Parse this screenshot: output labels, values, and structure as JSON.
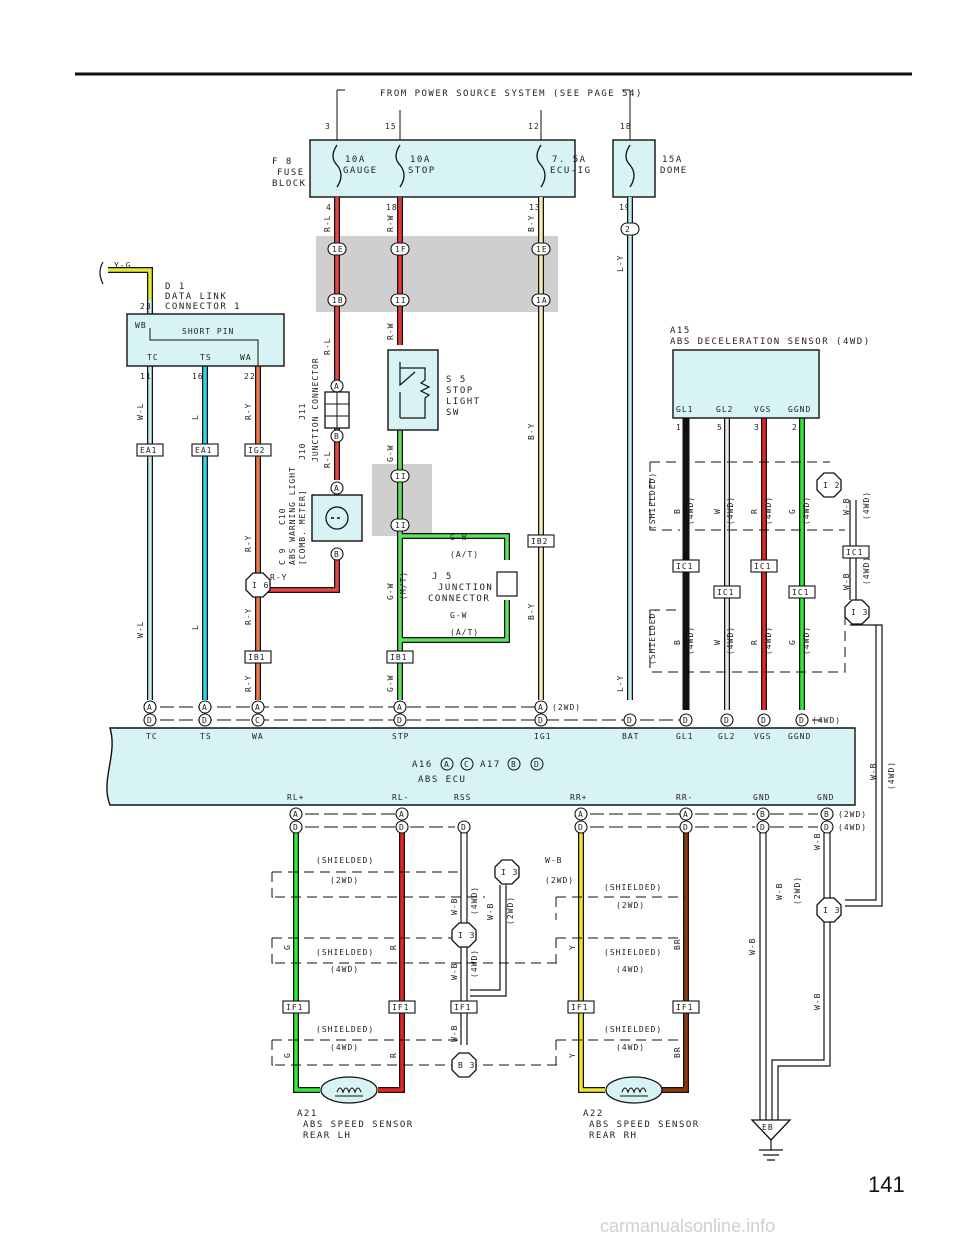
{
  "header": {
    "power_source": "FROM POWER SOURCE SYSTEM (SEE PAGE 54)"
  },
  "fuse_block": {
    "id": "F 8",
    "label_line1": "FUSE",
    "label_line2": "BLOCK",
    "fuses": [
      {
        "amp": "10A",
        "name": "GAUGE",
        "in_pin": "3",
        "out_pin": "4"
      },
      {
        "amp": "10A",
        "name": "STOP",
        "in_pin": "15",
        "out_pin": "18"
      },
      {
        "amp": "7. 5A",
        "name": "ECU-IG",
        "in_pin": "12",
        "out_pin": "13"
      },
      {
        "amp": "15A",
        "name": "DOME",
        "in_pin": "18",
        "out_pin": "19"
      }
    ]
  },
  "data_link": {
    "id": "D 1",
    "line1": "DATA LINK",
    "line2": "CONNECTOR 1",
    "pin": "23",
    "wb": "WB",
    "short_pin": "SHORT PIN",
    "terms": [
      "TC",
      "TS",
      "WA"
    ],
    "pins": [
      "11",
      "16",
      "22"
    ],
    "wire_yg": "Y-G"
  },
  "junction_j11": {
    "id": "J11",
    "line1": "JUNCTION CONNECTOR",
    "id2": "J10"
  },
  "warning_light": {
    "id": "C10",
    "id2": "C 9",
    "line1": "ABS WARNING LIGHT",
    "line2": "[COMB. METER]"
  },
  "stop_sw": {
    "id": "S 5",
    "line1": "STOP",
    "line2": "LIGHT",
    "line3": "SW"
  },
  "j5": {
    "id": "J 5",
    "line1": "JUNCTION",
    "line2": "CONNECTOR"
  },
  "decel_sensor": {
    "id": "A15",
    "name": "ABS DECELERATION SENSOR (4WD)",
    "terms": [
      "GL1",
      "GL2",
      "VGS",
      "GGND"
    ],
    "pins": [
      "1",
      "5",
      "3",
      "2"
    ]
  },
  "ecu": {
    "line1": "A16",
    "c_a": "A",
    "c_c": "C",
    "a17": "A17",
    "c_b": "B",
    "c_d": "D",
    "line2": "ABS ECU",
    "top_terms": [
      "TC",
      "TS",
      "WA",
      "STP",
      "IG1",
      "BAT",
      "GL1",
      "GL2",
      "VGS",
      "GGND"
    ],
    "bottom_terms": [
      "RL+",
      "RL-",
      "RSS",
      "RR+",
      "RR-",
      "GND",
      "GND"
    ]
  },
  "sensors": [
    {
      "id": "A21",
      "line1": "ABS SPEED SENSOR",
      "line2": "REAR LH"
    },
    {
      "id": "A22",
      "line1": "ABS SPEED SENSOR",
      "line2": "REAR RH"
    }
  ],
  "labels": {
    "shielded": "(SHIELDED)",
    "wd2": "(2WD)",
    "wd4": "(4WD)",
    "at": "(A/T)",
    "mt": "(M/T)",
    "i2": "I 2",
    "i3": "I 3",
    "i6": "I 6",
    "b3": "B 3",
    "eb": "EB",
    "ea1": "EA1",
    "ig2": "IG2",
    "ib1": "IB1",
    "ib2": "IB2",
    "ic1": "IC1",
    "if1": "IF1",
    "c1e": "1E",
    "c1f": "1F",
    "c1b": "1B",
    "c1i": "1I",
    "c1a": "1A",
    "c2": "2"
  },
  "wires": {
    "rl": "R-L",
    "rw": "R-W",
    "by": "B-Y",
    "ly": "L-Y",
    "wl": "W-L",
    "l": "L",
    "ry": "R-Y",
    "gw": "G-W",
    "b": "B",
    "w": "W",
    "r": "R",
    "g": "G",
    "wb": "W-B",
    "y": "Y",
    "br": "BR"
  },
  "page_number": "141",
  "watermark": "carmanualsonline.info"
}
